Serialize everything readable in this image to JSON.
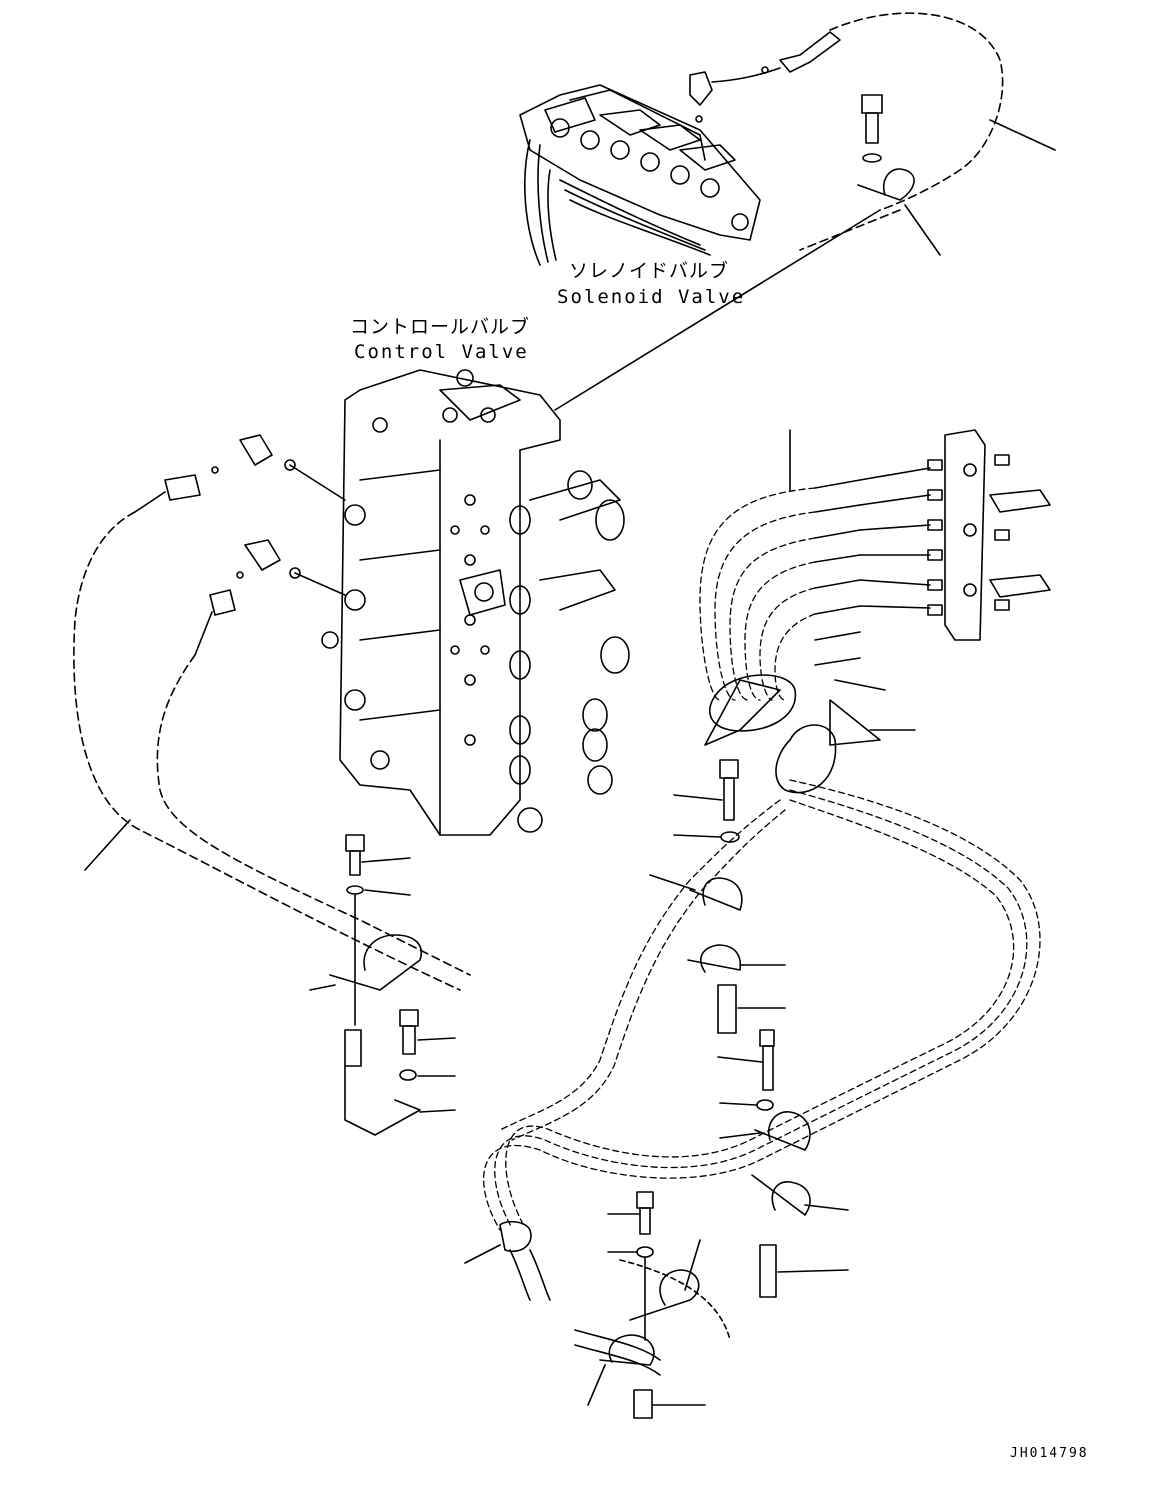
{
  "labels": {
    "solenoid_jp": "ソレノイドバルブ",
    "solenoid_en": "Solenoid Valve",
    "control_jp": "コントロールバルブ",
    "control_en": "Control Valve"
  },
  "drawing_ref": "JH014798"
}
